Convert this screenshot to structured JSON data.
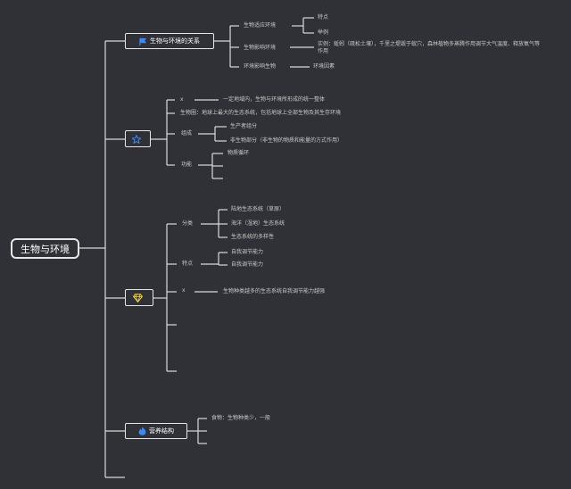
{
  "root": {
    "label": "生物与环境"
  },
  "branches": [
    {
      "label": "生物与环境的关系",
      "icon": "flag-icon",
      "icon_color": "#3d8af7",
      "children": [
        {
          "label": "生物适应环境",
          "children": [
            "特点",
            "举例"
          ]
        },
        {
          "label": "生物影响环境",
          "text": "实例：蚯蚓（疏松土壤），千里之堤毁于蚁穴，森林植物多蒸腾作用调节大气温度、释放氧气等作用"
        },
        {
          "label": "环境影响生物",
          "text": "环境因素"
        }
      ]
    },
    {
      "label": "",
      "icon": "star-icon",
      "icon_color": "#3d8af7",
      "children": [
        {
          "label": "x",
          "text": "一定地域内，生物与环境所形成的统一整体"
        },
        {
          "label": "生物圈：地球上最大的生态系统，包括地球上全部生物及其生存环境"
        },
        {
          "label": "组成",
          "children": [
            "生产者组分",
            "非生物部分（非生物的物质和能量的方式作用）"
          ]
        },
        {
          "label": "功能",
          "children": [
            "物质循环",
            "",
            ""
          ]
        }
      ]
    },
    {
      "label": "",
      "icon": "gem-icon",
      "icon_color": "#f2d23c",
      "children": [
        {
          "label": "分类",
          "children": [
            "陆地生态系统（草原）",
            "海洋（湿地）生态系统",
            "生态系统的多样性"
          ]
        },
        {
          "label": "特点",
          "children": [
            "自我调节能力",
            "自我调节能力"
          ]
        },
        {
          "label": "x",
          "text": "生物种类越多的生态系统自我调节能力越强"
        },
        {
          "label": ""
        },
        {
          "label": ""
        }
      ]
    },
    {
      "label": "营养结构",
      "icon": "fire-icon",
      "icon_color": "#3d8af7",
      "children": [
        {
          "label": "食物：生物种类少，一般"
        },
        {
          "label": ""
        },
        {
          "label": ""
        }
      ]
    },
    {
      "label": ""
    }
  ],
  "colors": {
    "background": "#2f3136",
    "line": "#d9d9d9",
    "text": "#c8c8c8"
  }
}
